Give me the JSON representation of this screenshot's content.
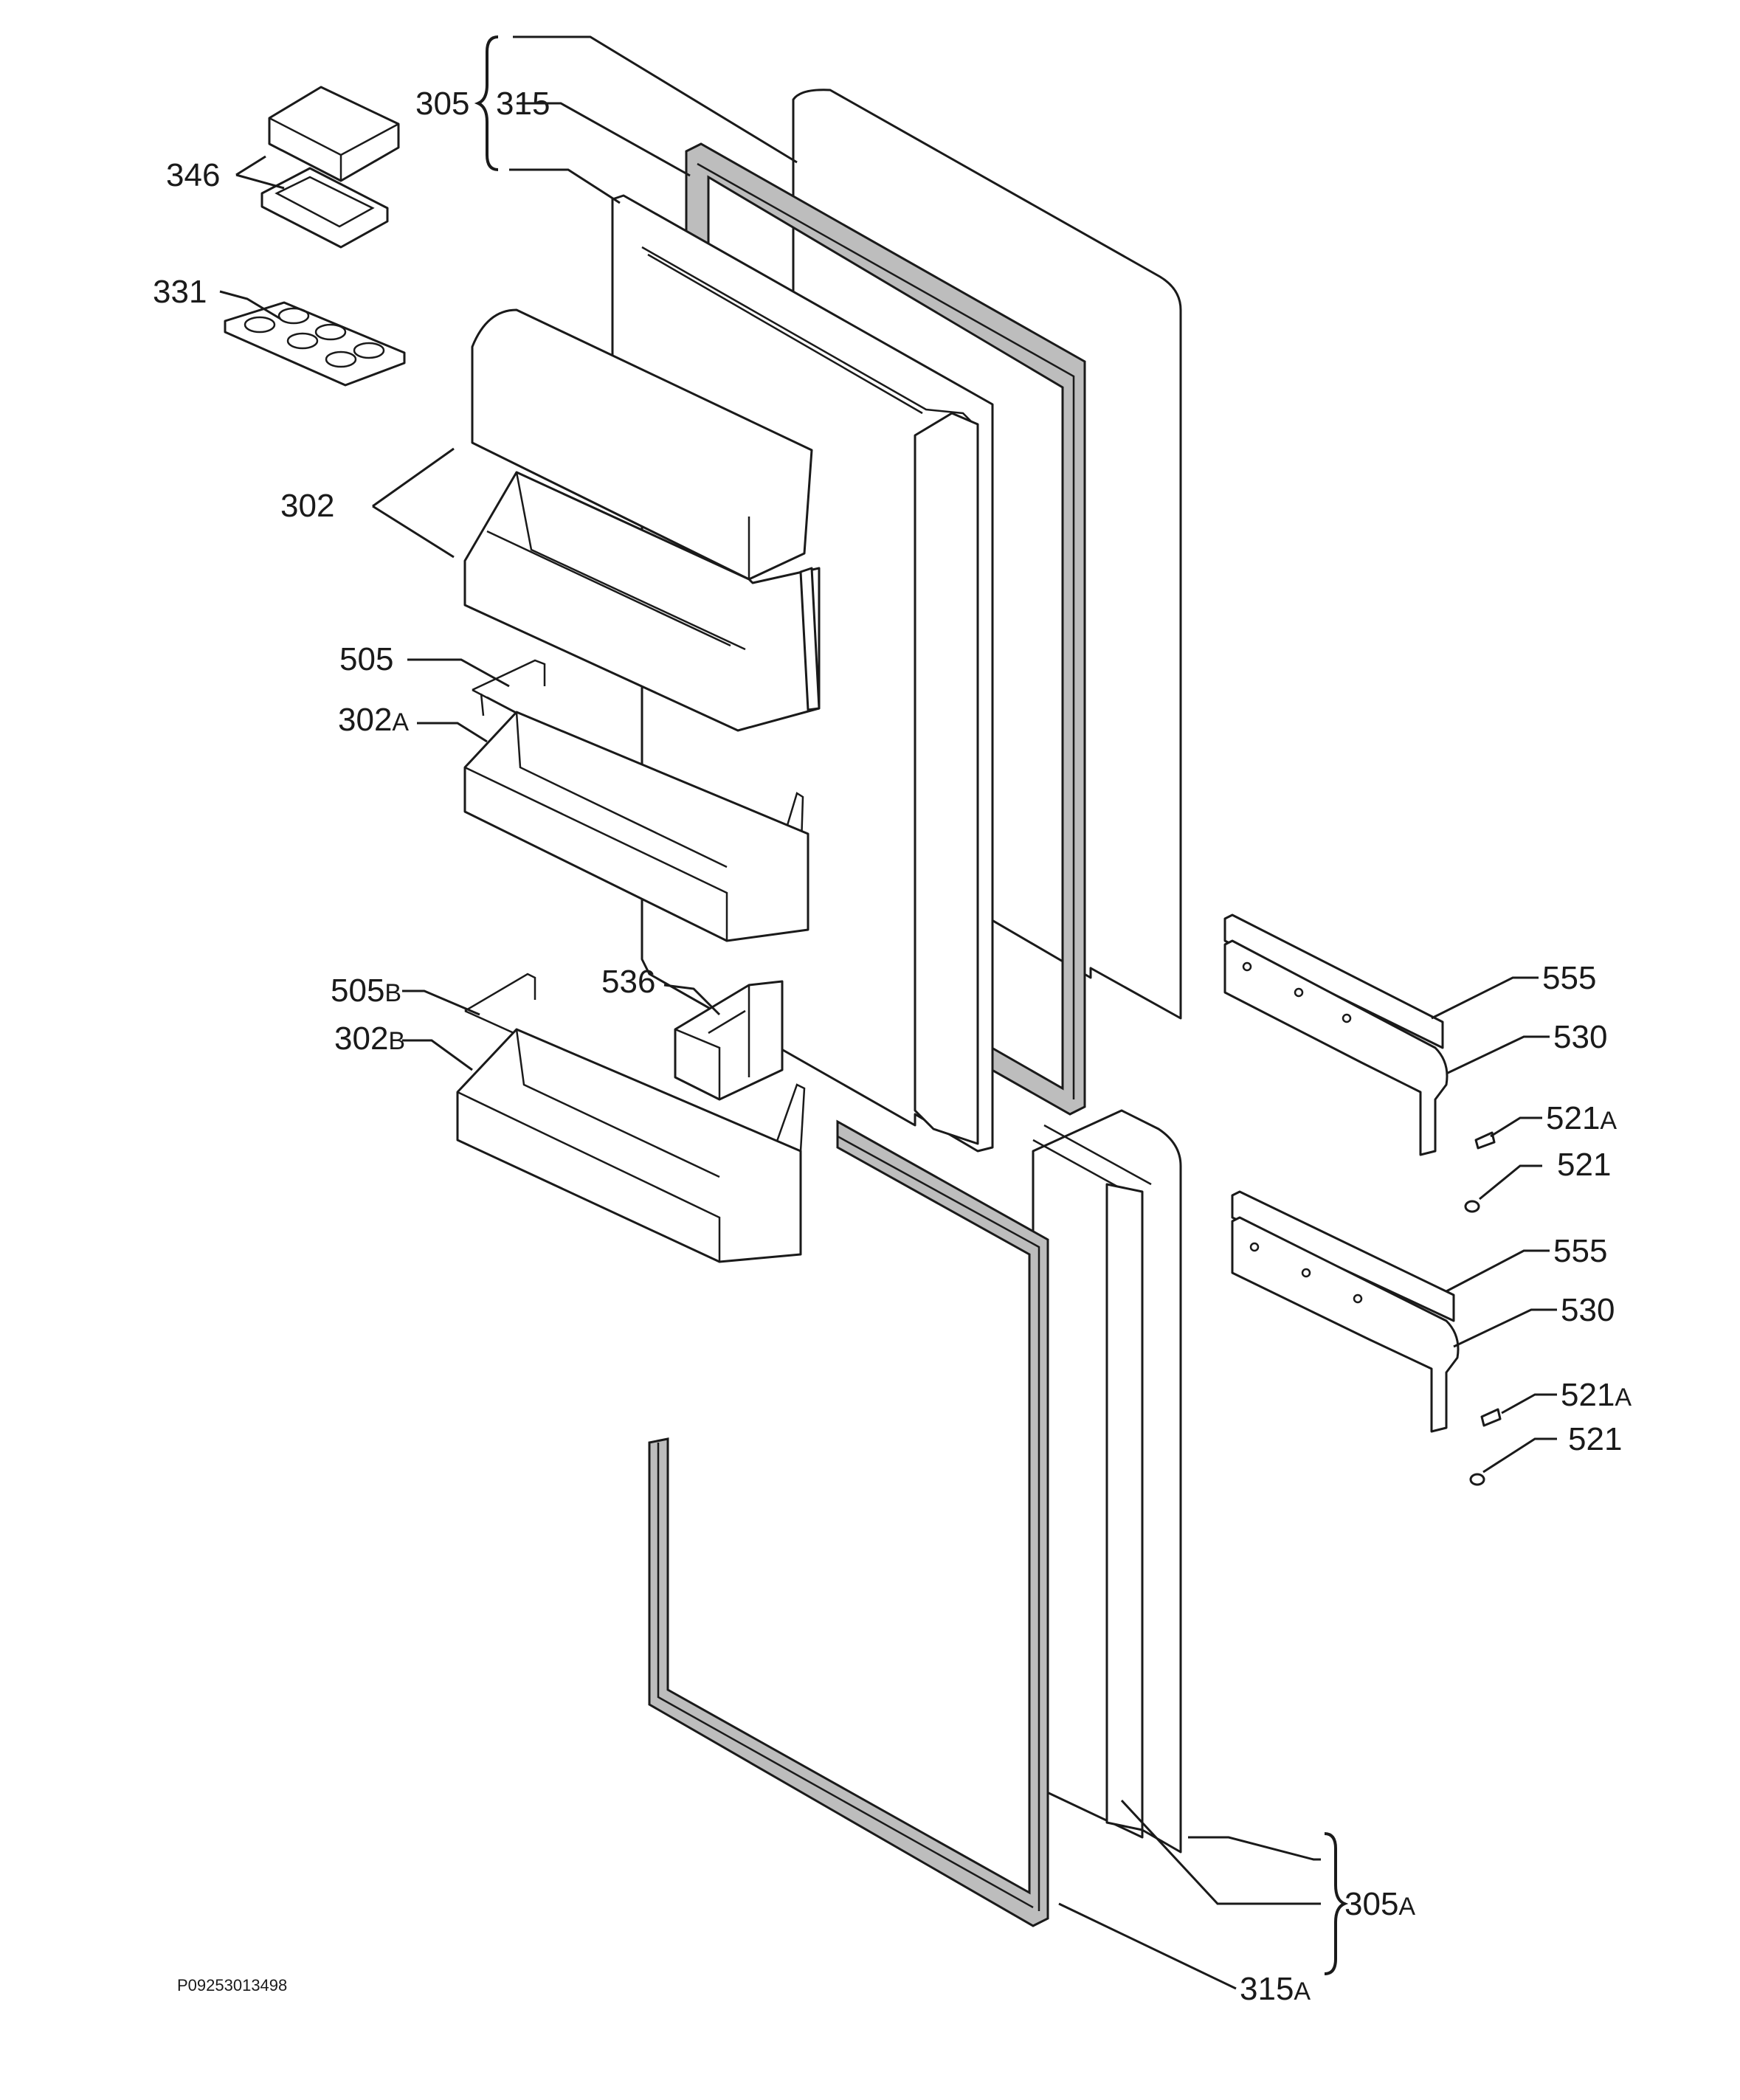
{
  "labels": [
    {
      "id": "305",
      "num": "305",
      "suffix": ""
    },
    {
      "id": "315",
      "num": "315",
      "suffix": ""
    },
    {
      "id": "346",
      "num": "346",
      "suffix": ""
    },
    {
      "id": "331",
      "num": "331",
      "suffix": ""
    },
    {
      "id": "302",
      "num": "302",
      "suffix": ""
    },
    {
      "id": "505",
      "num": "505",
      "suffix": ""
    },
    {
      "id": "302A",
      "num": "302",
      "suffix": "A"
    },
    {
      "id": "505B",
      "num": "505",
      "suffix": "B"
    },
    {
      "id": "536",
      "num": "536",
      "suffix": ""
    },
    {
      "id": "302B",
      "num": "302",
      "suffix": "B"
    },
    {
      "id": "555-upper",
      "num": "555",
      "suffix": ""
    },
    {
      "id": "530-upper",
      "num": "530",
      "suffix": ""
    },
    {
      "id": "521A-upper",
      "num": "521",
      "suffix": "A"
    },
    {
      "id": "521-upper",
      "num": "521",
      "suffix": ""
    },
    {
      "id": "555-lower",
      "num": "555",
      "suffix": ""
    },
    {
      "id": "530-lower",
      "num": "530",
      "suffix": ""
    },
    {
      "id": "521A-lower",
      "num": "521",
      "suffix": "A"
    },
    {
      "id": "521-lower",
      "num": "521",
      "suffix": ""
    },
    {
      "id": "305A",
      "num": "305",
      "suffix": "A"
    },
    {
      "id": "315A",
      "num": "315",
      "suffix": "A"
    }
  ],
  "drawing_code": "P09253013498"
}
